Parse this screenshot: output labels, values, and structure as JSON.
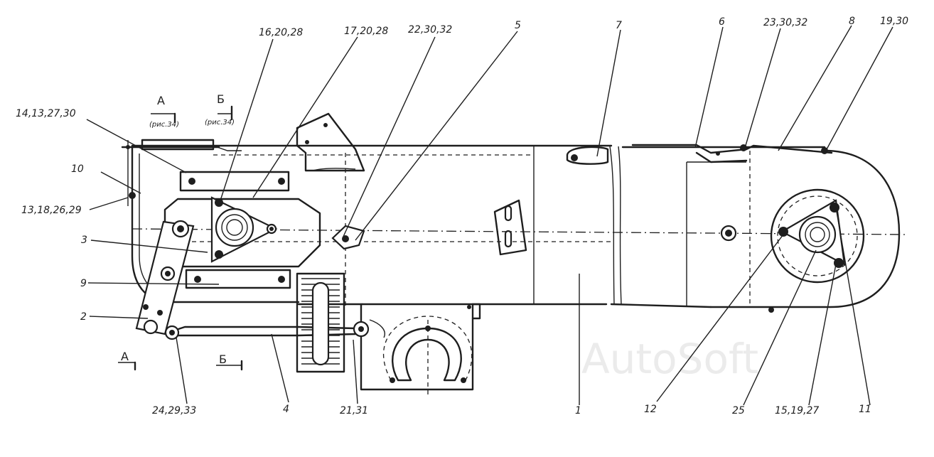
{
  "watermark": "AutoSoft",
  "callouts": {
    "c1": "14,13,27,30",
    "c2": "10",
    "c3": "13,18,26,29",
    "c4": "3",
    "c5": "9",
    "c6": "2",
    "c7": "16,20,28",
    "c8": "17,20,28",
    "c9": "22,30,32",
    "c10": "5",
    "c11": "7",
    "c12": "6",
    "c13": "23,30,32",
    "c14": "8",
    "c15": "19,30",
    "c16": "24,29,33",
    "c17": "4",
    "c18": "21,31",
    "c19": "1",
    "c20": "12",
    "c21": "25",
    "c22": "15,19,27",
    "c23": "11"
  },
  "sections": {
    "a_letter": "А",
    "a_ref": "(рис.34)",
    "b_letter": "Б",
    "b_ref": "(рис.34)",
    "a_bottom": "А",
    "b_bottom": "Б"
  }
}
